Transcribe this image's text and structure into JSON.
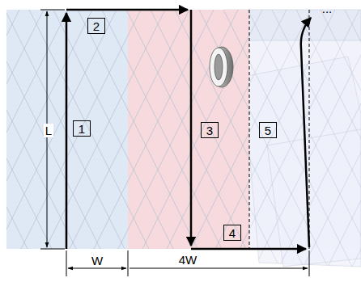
{
  "diagram": {
    "nodes": [
      {
        "text": [
          "2"
        ]
      },
      {
        "text": [
          "1"
        ]
      },
      {
        "text": [
          "3"
        ]
      },
      {
        "text": [
          "5"
        ]
      },
      {
        "text": [
          "4"
        ]
      }
    ],
    "labels": [
      "L",
      "W",
      "4W",
      "..."
    ]
  }
}
